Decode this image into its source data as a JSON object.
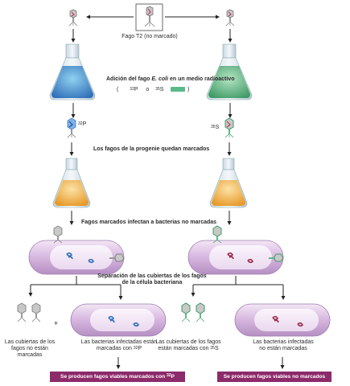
{
  "top_label": "Fago T2 (no marcado)",
  "step1": {
    "prefix": "Adición del fago ",
    "species": "E. coli",
    "suffix": " en un medio radioactivo"
  },
  "isotopes": {
    "open": "(",
    "p_mass": "32",
    "p_sym": "P",
    "or": "o",
    "s_mass": "35",
    "s_sym": "S",
    "close": ")"
  },
  "step2": "Los fagos de la progenie quedan marcados",
  "step3": "Fagos marcados infectan a bacterias no marcadas",
  "step4": "Separación de las cubiertas de los fagos de la célula bacteriana",
  "labels": {
    "left_coats": "Las cubiertas de los fagos no están marcadas",
    "plus": "+",
    "left_bacteria": "Las bacterias infectadas están marcadas con",
    "right_coats": "Las cubiertas de los fagos están marcadas con",
    "right_bacteria": "Las bacterias infectadas no están marcadas"
  },
  "results": {
    "left_prefix": "Se producen fagos viables marcados con",
    "left_mass": "32",
    "left_sym": "P",
    "right": "Se producen fagos viables no marcados"
  },
  "colors": {
    "banner": "#8c2a6a",
    "p_label": "#3f8fd8",
    "s_label": "#5cb98a",
    "medium_orange": "#f0b048",
    "cell_pink": "#e9d3ee"
  }
}
